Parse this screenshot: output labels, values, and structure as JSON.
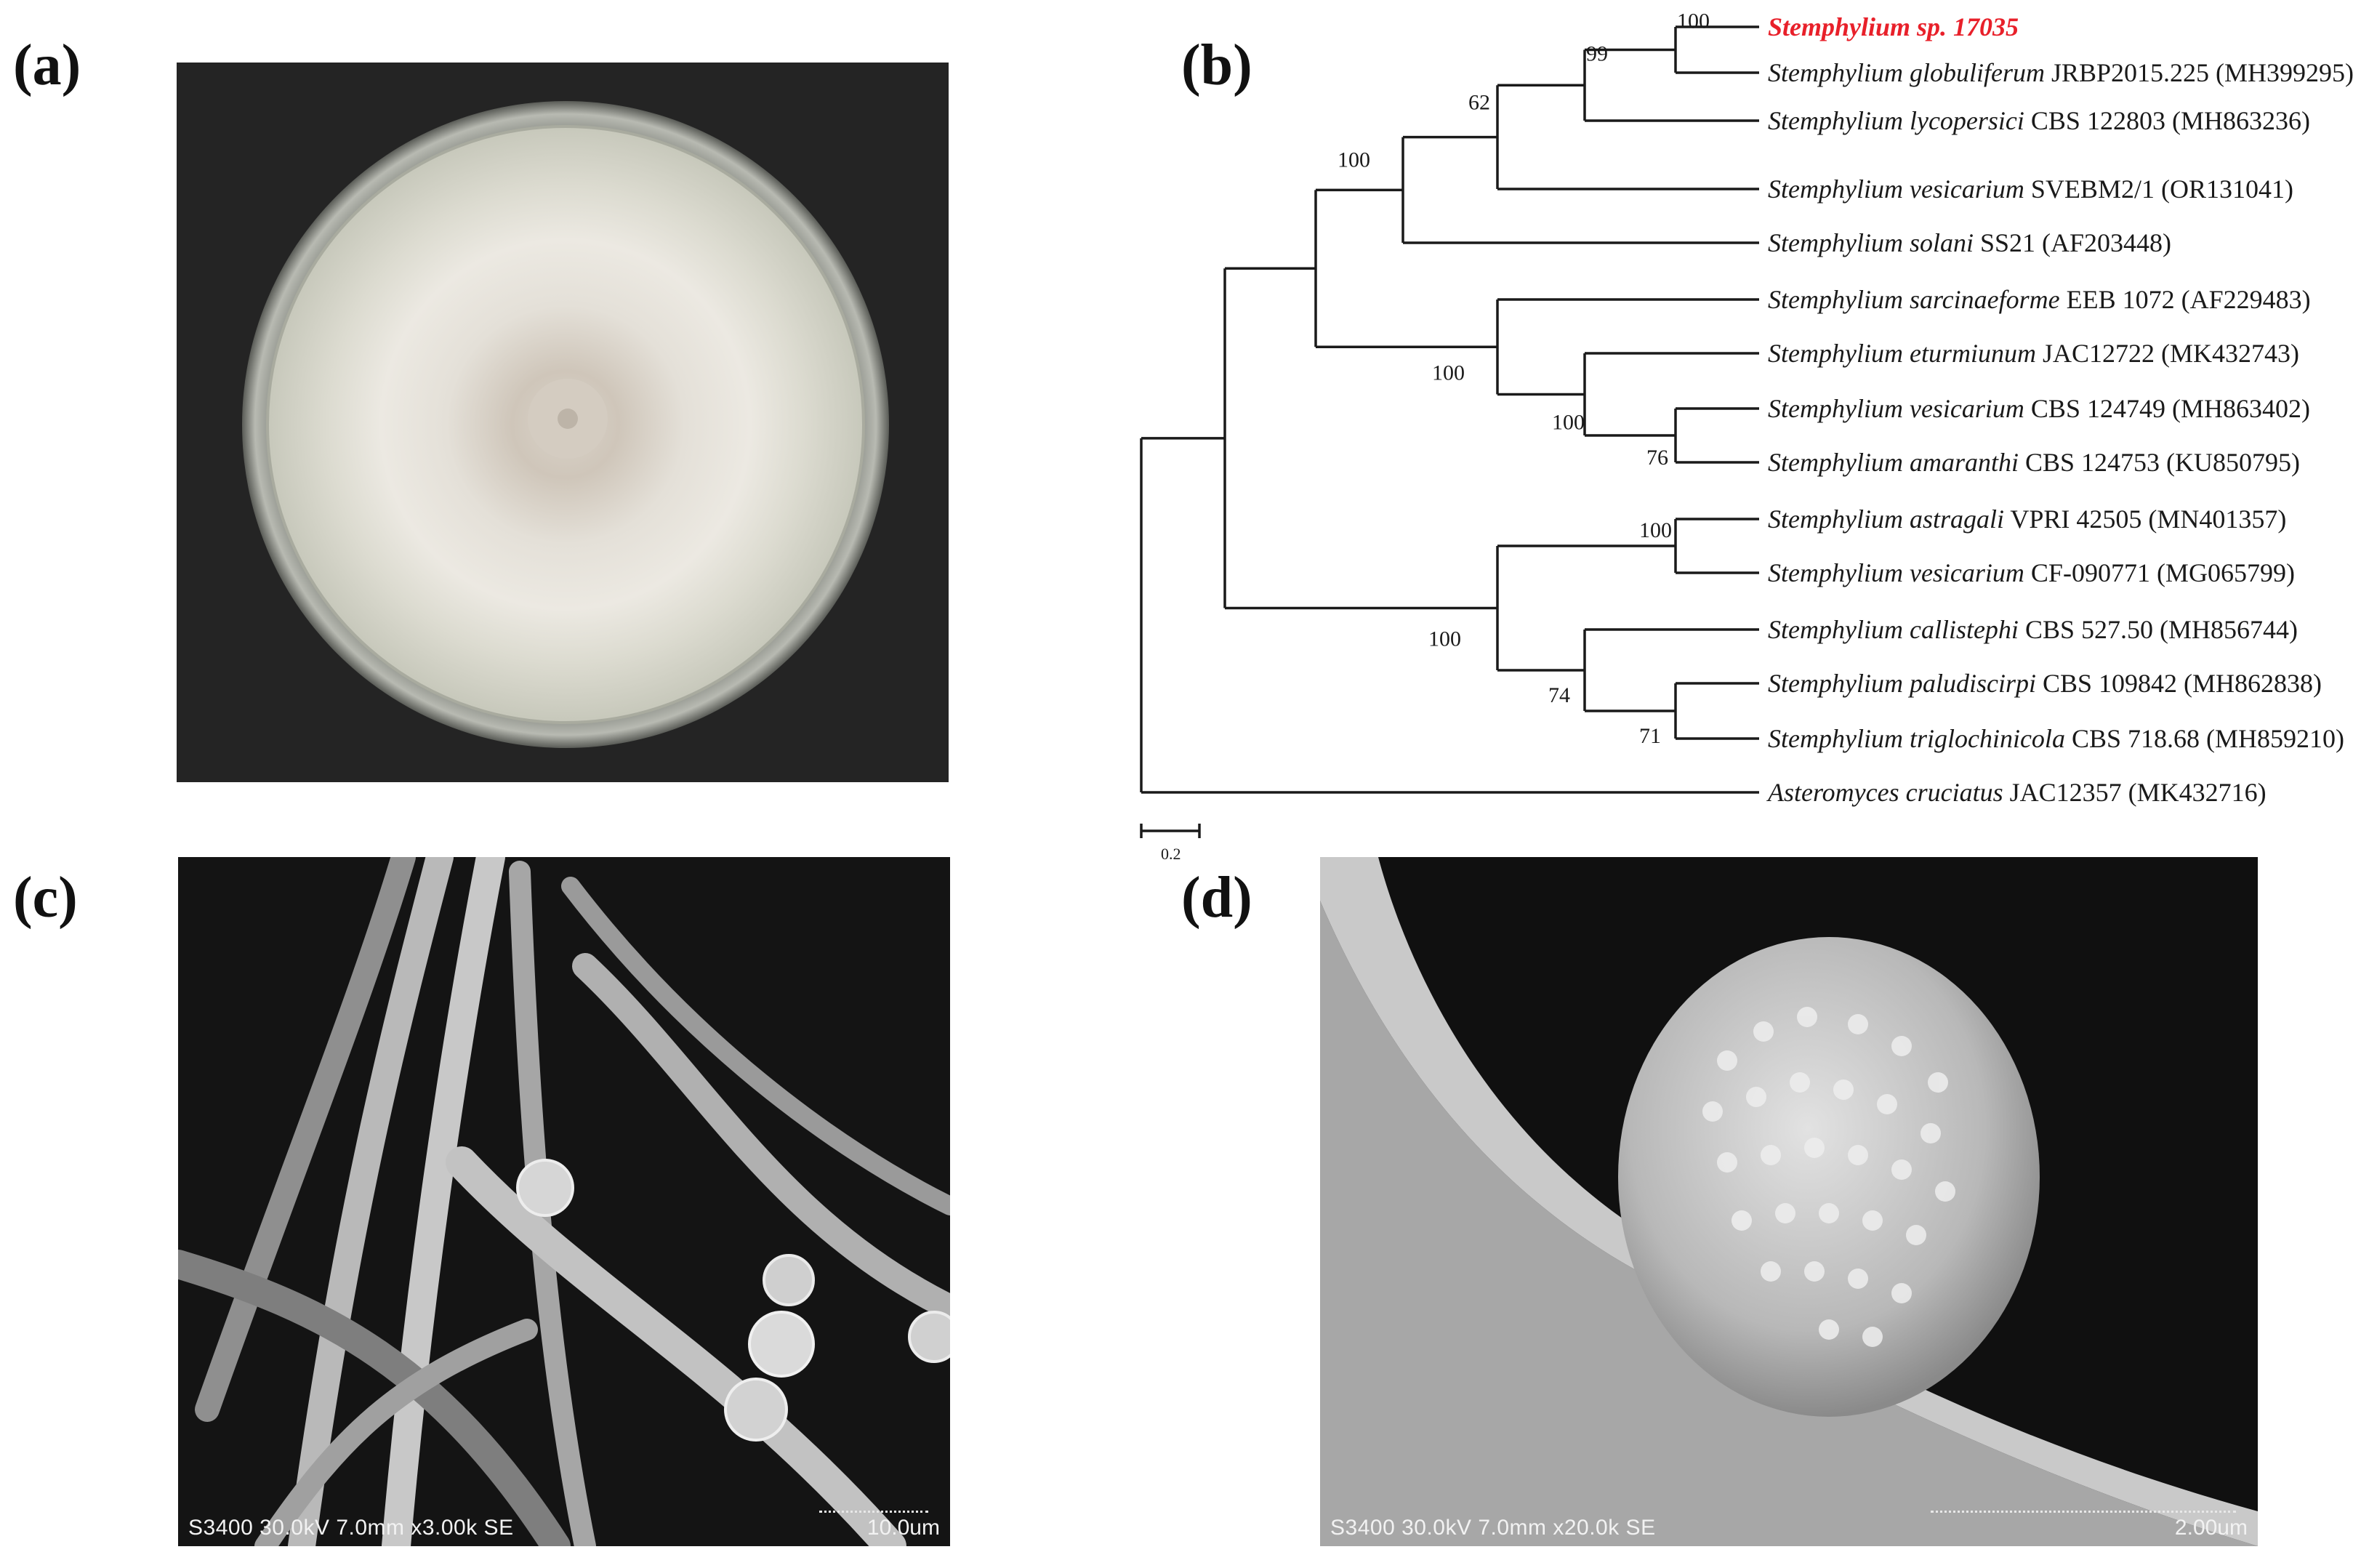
{
  "panels": {
    "a": {
      "label": "(a)"
    },
    "b": {
      "label": "(b)"
    },
    "c": {
      "label": "(c)",
      "caption": "S3400 30.0kV 7.0mm x3.00k SE",
      "scale": "10.0um"
    },
    "d": {
      "label": "(d)",
      "caption": "S3400 30.0kV 7.0mm x20.0k SE",
      "scale": "2.00um"
    }
  },
  "tree": {
    "scale_bar_label": "0.2",
    "taxa": [
      {
        "species": "Stemphylium sp. 17035",
        "strain": "",
        "highlight": true
      },
      {
        "species": "Stemphylium globuliferum",
        "strain": "JRBP2015.225 (MH399295)"
      },
      {
        "species": "Stemphylium lycopersici",
        "strain": "CBS 122803 (MH863236)"
      },
      {
        "species": "Stemphylium vesicarium",
        "strain": "SVEBM2/1 (OR131041)"
      },
      {
        "species": "Stemphylium solani",
        "strain": "SS21 (AF203448)"
      },
      {
        "species": "Stemphylium sarcinaeforme",
        "strain": "EEB 1072 (AF229483)"
      },
      {
        "species": "Stemphylium eturmiunum",
        "strain": "JAC12722 (MK432743)"
      },
      {
        "species": "Stemphylium vesicarium",
        "strain": "CBS 124749 (MH863402)"
      },
      {
        "species": "Stemphylium amaranthi",
        "strain": "CBS 124753 (KU850795)"
      },
      {
        "species": "Stemphylium astragali",
        "strain": "VPRI 42505 (MN401357)"
      },
      {
        "species": "Stemphylium vesicarium",
        "strain": "CF-090771 (MG065799)"
      },
      {
        "species": "Stemphylium callistephi",
        "strain": "CBS 527.50 (MH856744)"
      },
      {
        "species": "Stemphylium paludiscirpi",
        "strain": "CBS 109842 (MH862838)"
      },
      {
        "species": "Stemphylium triglochinicola",
        "strain": "CBS 718.68 (MH859210)"
      },
      {
        "species": "Asteromyces cruciatus",
        "strain": "JAC12357 (MK432716)"
      }
    ],
    "bootstrap": [
      "100",
      "99",
      "62",
      "100",
      "100",
      "100",
      "76",
      "100",
      "100",
      "74",
      "71"
    ]
  }
}
